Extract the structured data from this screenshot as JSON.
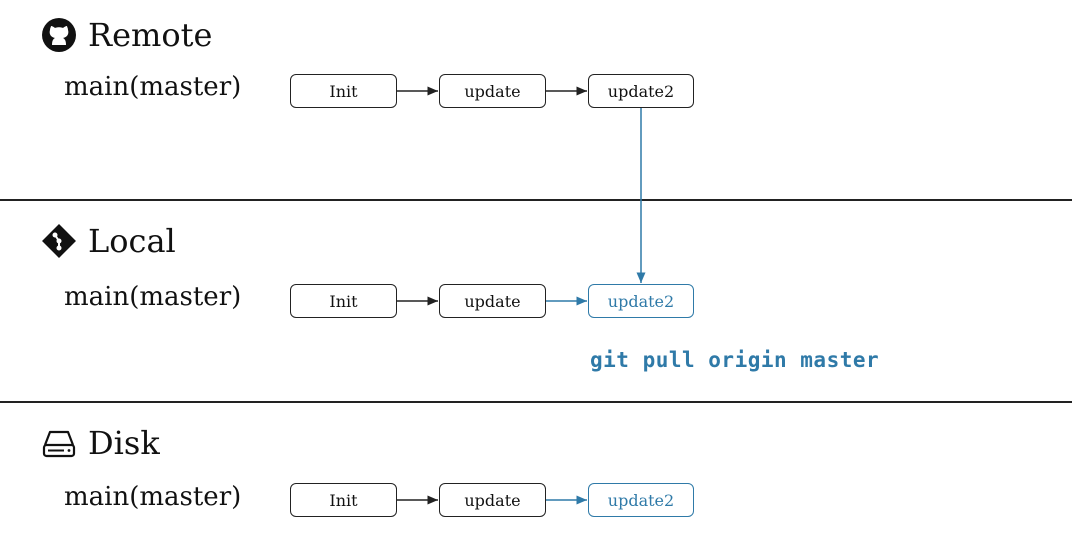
{
  "sections": {
    "remote": {
      "title": "Remote",
      "icon": "github-icon",
      "branch": "main(master)",
      "commits": [
        "Init",
        "update",
        "update2"
      ]
    },
    "local": {
      "title": "Local",
      "icon": "git-icon",
      "branch": "main(master)",
      "commits": [
        "Init",
        "update",
        "update2"
      ]
    },
    "disk": {
      "title": "Disk",
      "icon": "hard-drive-icon",
      "branch": "main(master)",
      "commits": [
        "Init",
        "update",
        "update2"
      ]
    }
  },
  "command": "git pull origin master",
  "colors": {
    "accent": "#2f7aa8",
    "ink": "#222222"
  }
}
